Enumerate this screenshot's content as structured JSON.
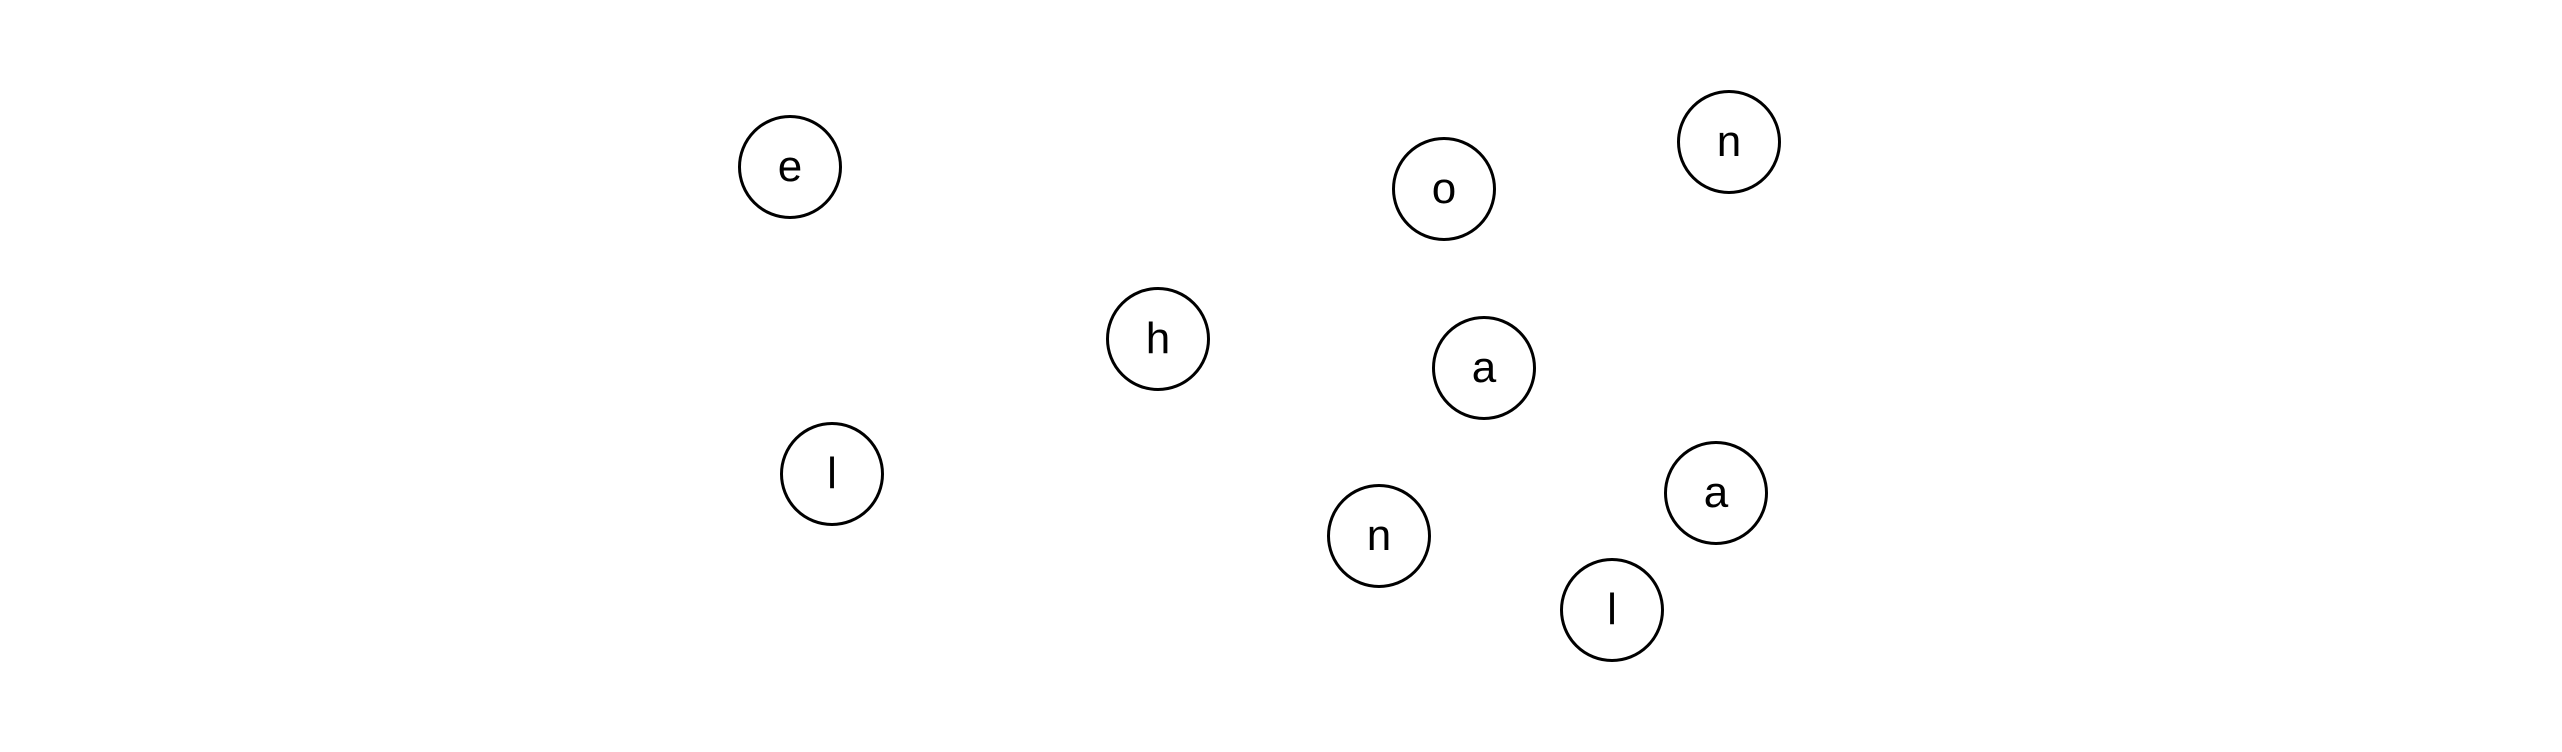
{
  "nodes": [
    {
      "letter": "e"
    },
    {
      "letter": "h"
    },
    {
      "letter": "l"
    },
    {
      "letter": "o"
    },
    {
      "letter": "n"
    },
    {
      "letter": "a"
    },
    {
      "letter": "a"
    },
    {
      "letter": "n"
    },
    {
      "letter": "l"
    }
  ]
}
